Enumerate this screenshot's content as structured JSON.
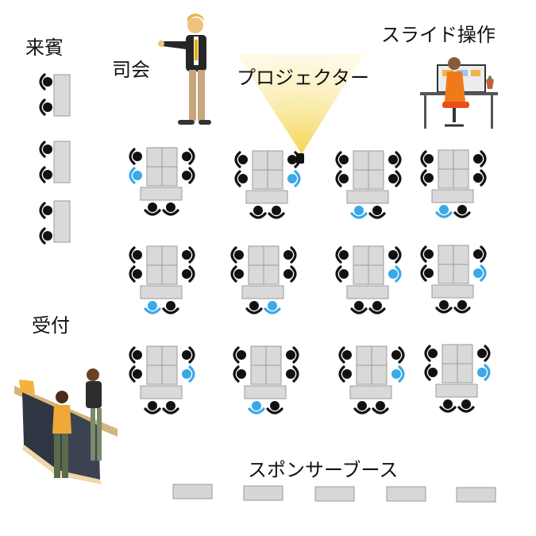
{
  "labels": {
    "guest": "来賓",
    "mc": "司会",
    "projector": "プロジェクター",
    "slide_op": "スライド操作",
    "reception": "受付",
    "sponsor": "スポンサーブース"
  },
  "colors": {
    "desk": "#d9d9d9",
    "desk_border": "#9a9a9a",
    "chair_black": "#111111",
    "chair_blue": "#3aa9e6",
    "light_beam": "#f6e27a"
  },
  "icons": {
    "chair": "chair-icon",
    "presenter": "presenter-icon",
    "operator": "operator-icon",
    "reception_desk": "reception-desk-icon",
    "projector": "projector-icon"
  }
}
